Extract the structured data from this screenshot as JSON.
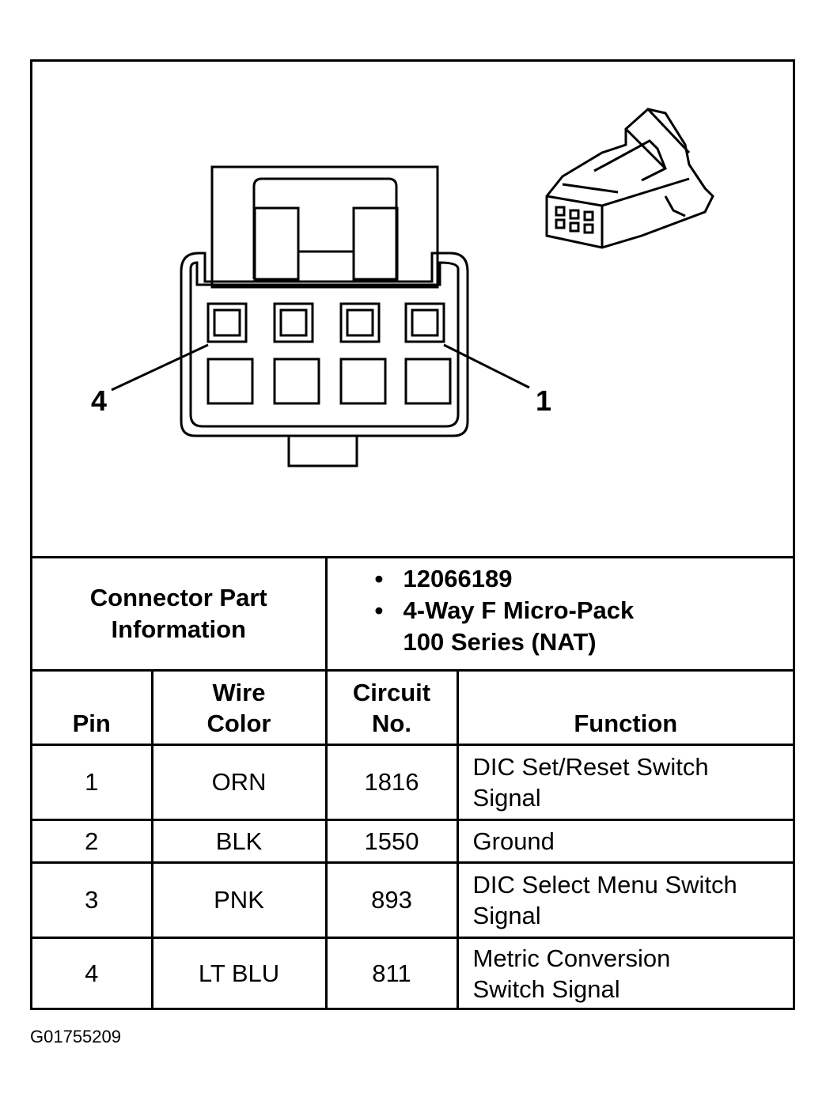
{
  "diagram": {
    "pin_label_left": "4",
    "pin_label_right": "1"
  },
  "connector_part": {
    "label_line1": "Connector Part",
    "label_line2": "Information",
    "items": [
      "12066189",
      "4-Way F Micro-Pack",
      "100 Series (NAT)"
    ]
  },
  "table": {
    "headers": {
      "pin": "Pin",
      "wire_color_1": "Wire",
      "wire_color_2": "Color",
      "circuit_1": "Circuit",
      "circuit_2": "No.",
      "function": "Function"
    },
    "rows": [
      {
        "pin": "1",
        "color": "ORN",
        "circuit": "1816",
        "function_1": "DIC Set/Reset Switch",
        "function_2": "Signal"
      },
      {
        "pin": "2",
        "color": "BLK",
        "circuit": "1550",
        "function_1": "Ground",
        "function_2": ""
      },
      {
        "pin": "3",
        "color": "PNK",
        "circuit": "893",
        "function_1": "DIC Select Menu Switch",
        "function_2": "Signal"
      },
      {
        "pin": "4",
        "color": "LT BLU",
        "circuit": "811",
        "function_1": "Metric Conversion",
        "function_2": "Switch Signal"
      }
    ]
  },
  "footer": {
    "figure_id": "G01755209"
  }
}
